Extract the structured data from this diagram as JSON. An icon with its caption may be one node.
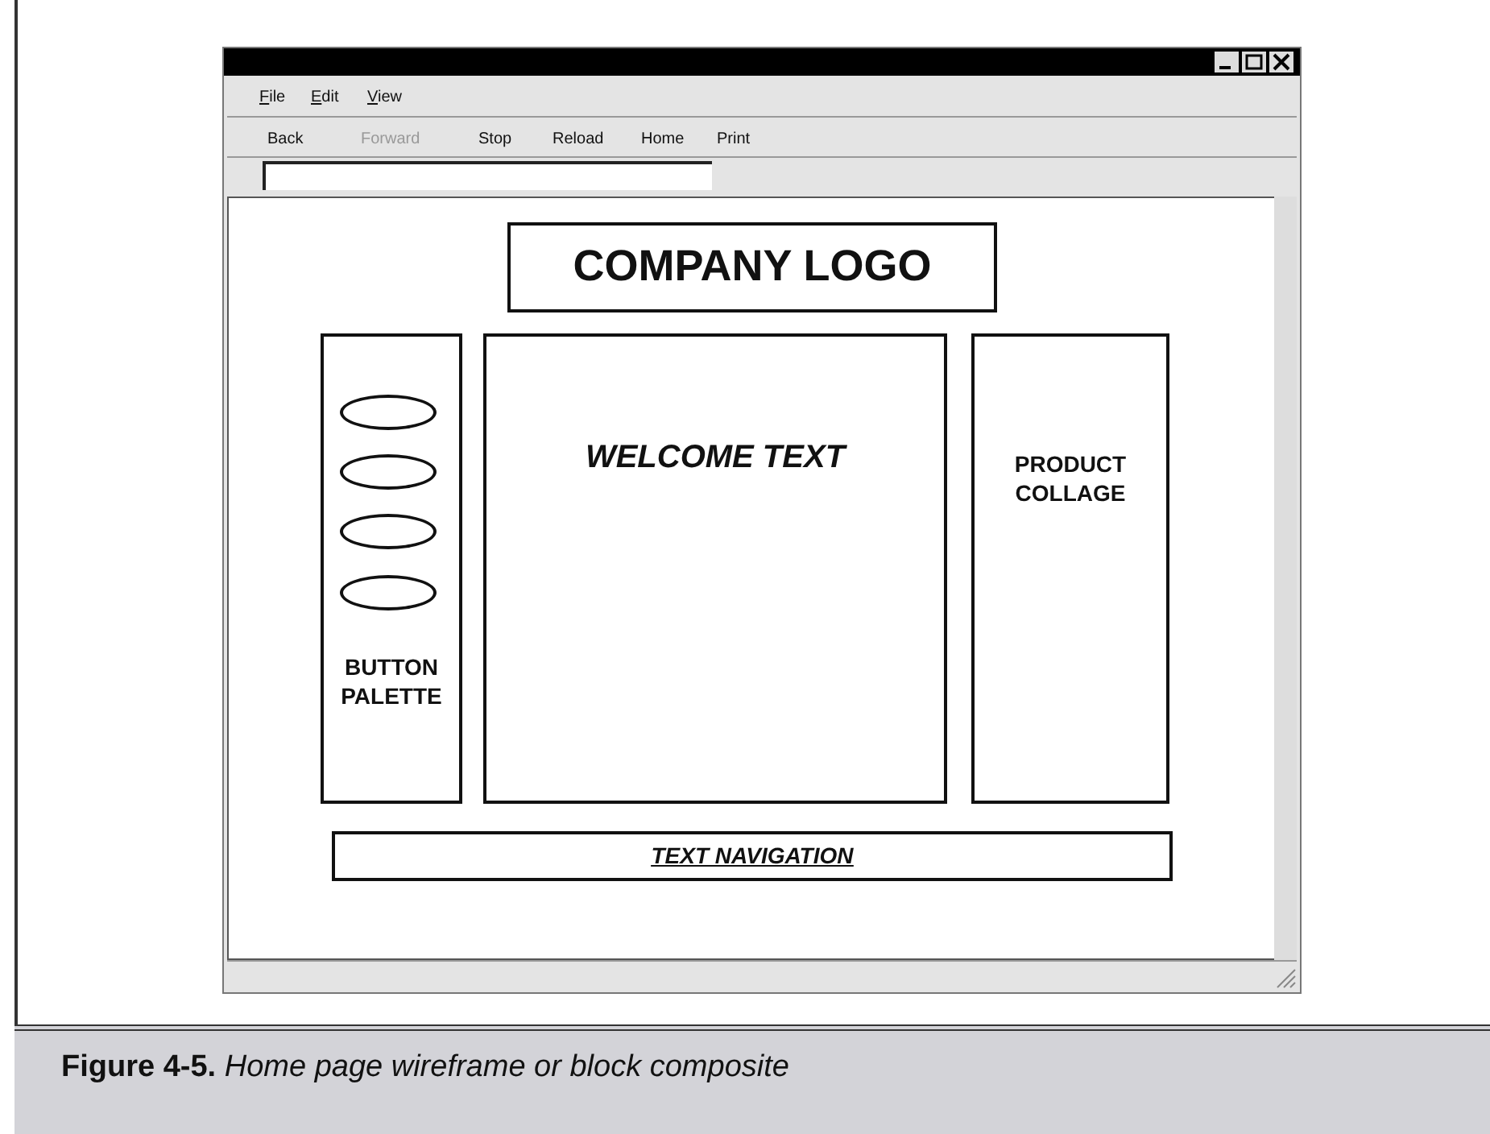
{
  "diagram": {
    "caption": "**Figure 4-5.** *Home page wireframe or block composite*",
    "nodes": [
      {
        "text": [
          "COMPANY LOGO"
        ]
      },
      {
        "text": [
          "BUTTON PALETTE"
        ]
      },
      {
        "text": [],
        "shape": "ellipse",
        "in": 1
      },
      {
        "text": [],
        "shape": "ellipse",
        "in": 1
      },
      {
        "text": [],
        "shape": "ellipse",
        "in": 1
      },
      {
        "text": [],
        "shape": "ellipse",
        "in": 1
      },
      {
        "text": [
          "WELCOME TEXT"
        ]
      },
      {
        "text": [
          "PRODUCT COLLAGE"
        ]
      },
      {
        "text": [
          "TEXT NAVIGATION"
        ]
      }
    ],
    "edges": [],
    "labels": [
      "File",
      "Edit",
      "View",
      "Back",
      "Forward",
      "Stop",
      "Reload",
      "Home",
      "Print"
    ]
  }
}
